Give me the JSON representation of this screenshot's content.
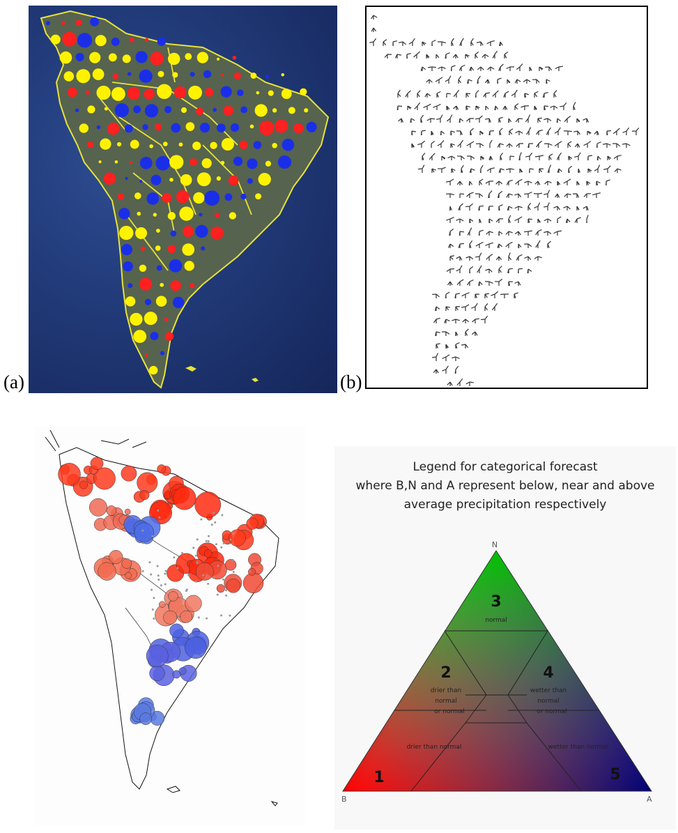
{
  "panels": {
    "a": {
      "label": "(a)"
    },
    "b": {
      "label": "(b)"
    }
  },
  "legend": {
    "title_line1": "Legend for categorical forecast",
    "title_line2": "where B,N and A represent below, near and above",
    "title_line3": "average precipitation respectively",
    "vertex_n": "N",
    "vertex_b": "B",
    "vertex_a": "A",
    "regions": [
      {
        "number": "3",
        "text": [
          "normal"
        ]
      },
      {
        "number": "2",
        "text": [
          "drier than",
          "normal",
          "or normal"
        ]
      },
      {
        "number": "4",
        "text": [
          "wetter than",
          "normal",
          "or normal"
        ]
      },
      {
        "number": "1",
        "text": [
          "drier than normal"
        ]
      },
      {
        "number": "5",
        "text": [
          "wetter than normal"
        ]
      }
    ]
  },
  "colors": {
    "dot_blue": "#1a2ee8",
    "dot_yellow": "#fff200",
    "dot_red": "#ff2020",
    "border_yellow": "#e8e23a",
    "ocean": "#223c7c",
    "land": "#5a6a55",
    "vertex_red": "#ff0000",
    "vertex_green": "#00cc00",
    "vertex_blue": "#0000cc"
  }
}
